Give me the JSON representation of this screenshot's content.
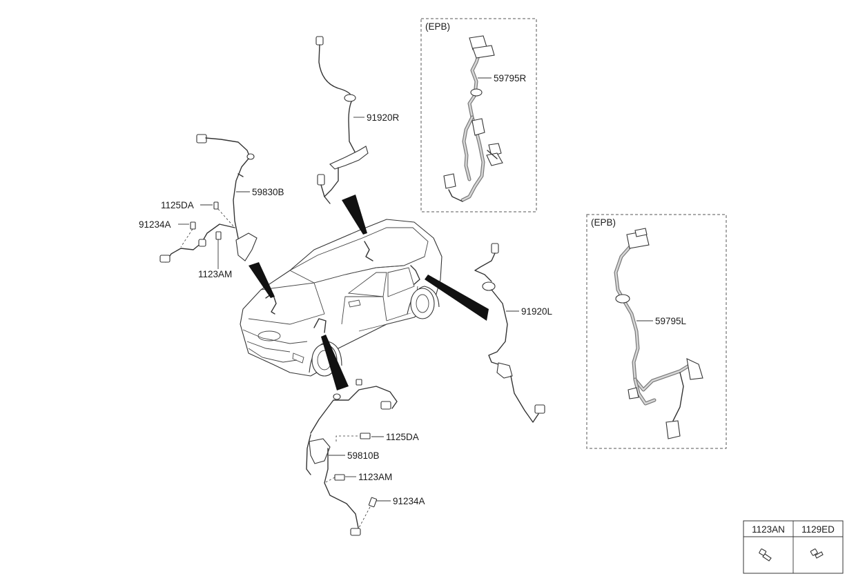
{
  "labels": {
    "p91920R": "91920R",
    "p59830B": "59830B",
    "p1125DA_top": "1125DA",
    "p91234A_left": "91234A",
    "p1123AM_left": "1123AM",
    "p91920L": "91920L",
    "p1125DA_bottom": "1125DA",
    "p59810B": "59810B",
    "p1123AM_bottom": "1123AM",
    "p91234A_bottom": "91234A",
    "p59795R": "59795R",
    "p59795L": "59795L"
  },
  "epb_boxes": {
    "rear_title": "(EPB)",
    "front_title": "(EPB)"
  },
  "fastener_table": {
    "headers": [
      "1123AN",
      "1129ED"
    ],
    "icons": [
      "bolt-icon",
      "bolt-icon"
    ]
  }
}
